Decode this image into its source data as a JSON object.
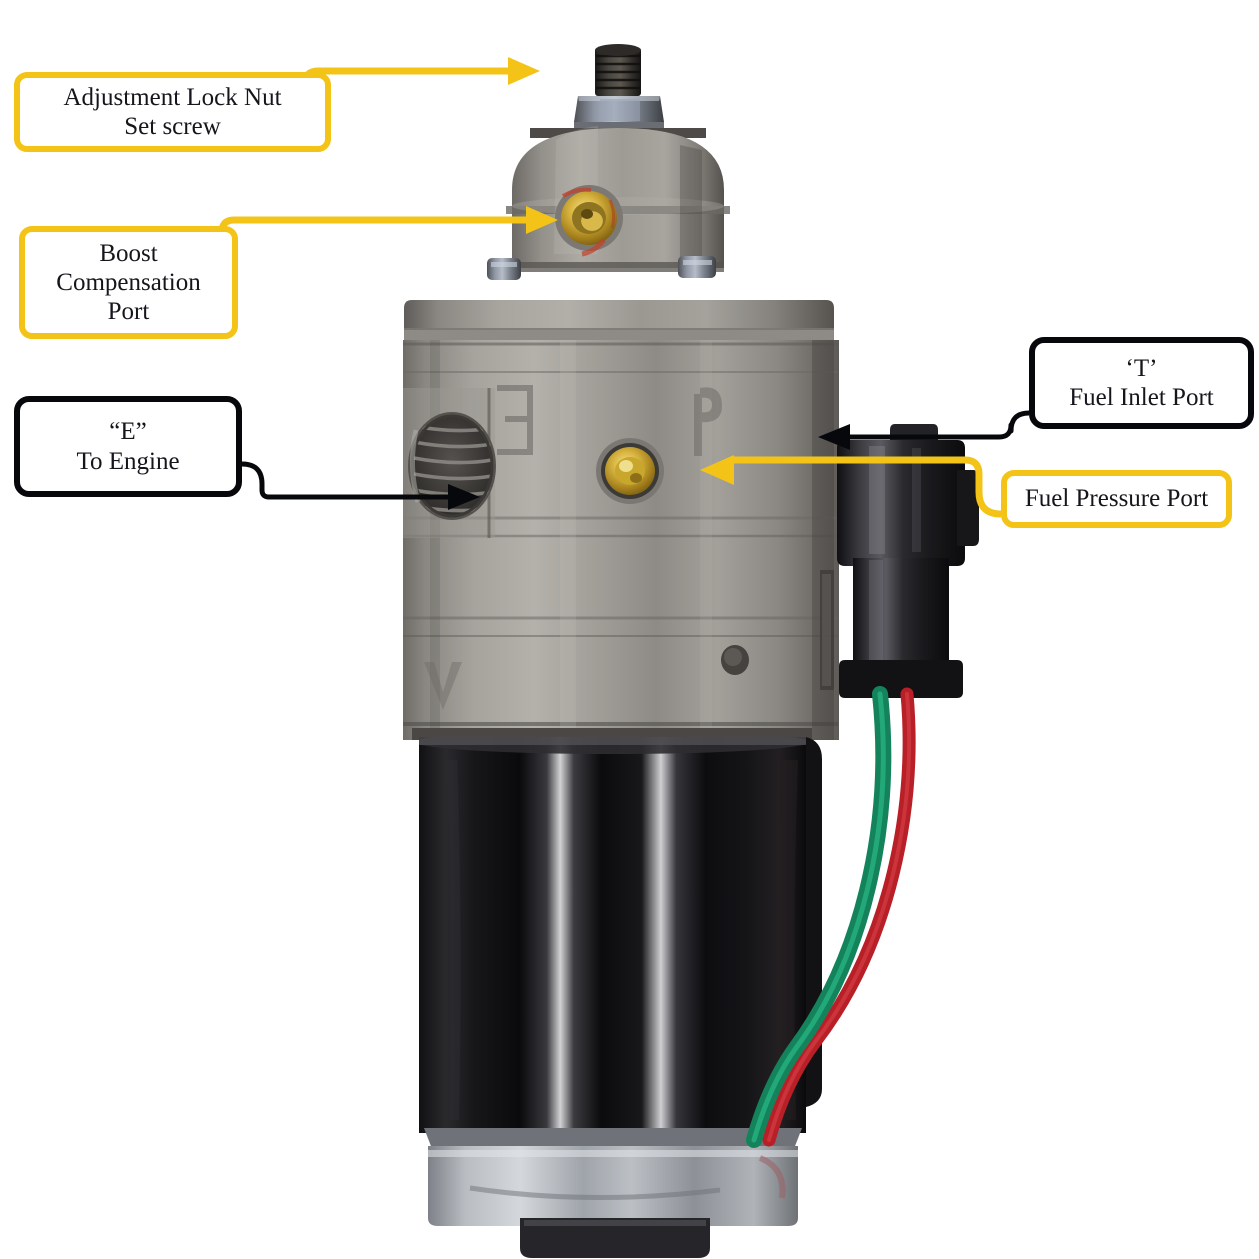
{
  "figure": {
    "subject": "fuel-pump-with-regulator",
    "background_color": "#ffffff"
  },
  "palette": {
    "callout_yellow": "#f3c417",
    "callout_black": "#07080c",
    "text": "#15161c",
    "brass": "#c9a227",
    "aluminum": "#8d8a85",
    "motor_black": "#0b0b0d",
    "wire_green": "#1c9e6e",
    "wire_red": "#c0202a",
    "zinc_base": "#b9bcc0"
  },
  "callouts": [
    {
      "id": "lock-nut",
      "style": "yellow",
      "lines": [
        "Adjustment Lock Nut",
        "Set screw"
      ],
      "points_to": "adjustment-set-screw"
    },
    {
      "id": "boost",
      "style": "yellow",
      "lines": [
        "Boost",
        "Compensation",
        "Port"
      ],
      "points_to": "boost-compensation-port"
    },
    {
      "id": "engine",
      "style": "black",
      "lines": [
        "“E”",
        "To Engine"
      ],
      "points_to": "engine-outlet-port"
    },
    {
      "id": "inlet",
      "style": "black",
      "lines": [
        "‘T’",
        "Fuel Inlet Port"
      ],
      "points_to": "fuel-inlet-port"
    },
    {
      "id": "pressure",
      "style": "yellow",
      "lines": [
        "Fuel Pressure Port"
      ],
      "points_to": "fuel-pressure-port"
    }
  ],
  "cast_marks": {
    "e_mark": "E",
    "p_mark": "P",
    "v_mark": "V"
  },
  "parts": {
    "set_screw": "adjustment-set-screw",
    "lock_nut": "adjustment-lock-nut",
    "regulator_cap": "regulator-cap",
    "boost_port": "boost-compensation-port",
    "pump_body": "pump-body",
    "engine_port": "engine-outlet-port",
    "pressure_port": "fuel-pressure-port",
    "inlet_port": "fuel-inlet-port",
    "connector": "electrical-connector",
    "wire_green": "green-wire",
    "wire_red": "red-wire",
    "motor": "motor-housing",
    "base": "base-plate"
  }
}
